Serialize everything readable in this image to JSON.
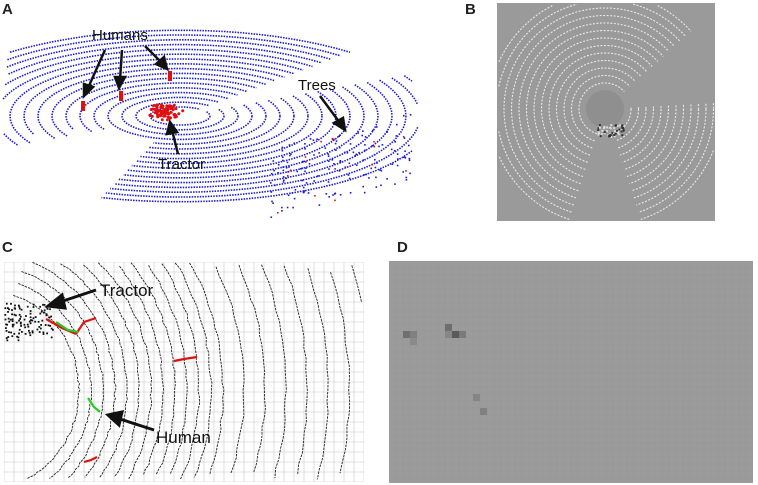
{
  "panels": {
    "a": {
      "label": "A",
      "annotations": {
        "humans": "Humans",
        "trees": "Trees",
        "tractor": "Tractor"
      }
    },
    "b": {
      "label": "B"
    },
    "c": {
      "label": "C",
      "annotations": {
        "tractor": "Tractor",
        "human": "Human"
      }
    },
    "d": {
      "label": "D"
    }
  },
  "colors": {
    "scan_rings": "#1a1ad6",
    "object_points": "#e01010",
    "range_image_bg": "#9a9a9a",
    "grid_line": "#c8c8c8",
    "scan_points": "#222222",
    "highlight_green": "#22cc22",
    "occupancy_bg": "#9b9b9b"
  }
}
